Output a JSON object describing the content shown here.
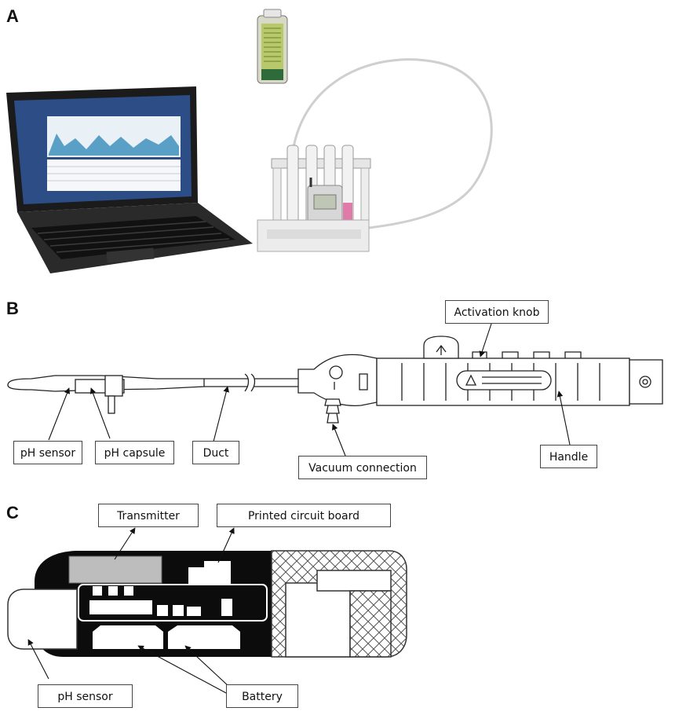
{
  "panels": {
    "a": {
      "letter": "A"
    },
    "b": {
      "letter": "B",
      "labels": {
        "activation_knob": "Activation knob",
        "ph_sensor": "pH sensor",
        "ph_capsule": "pH capsule",
        "duct": "Duct",
        "vacuum_connection": "Vacuum connection",
        "handle": "Handle"
      }
    },
    "c": {
      "letter": "C",
      "labels": {
        "transmitter": "Transmitter",
        "printed_circuit_board": "Printed circuit board",
        "ph_sensor": "pH sensor",
        "battery": "Battery"
      }
    }
  }
}
